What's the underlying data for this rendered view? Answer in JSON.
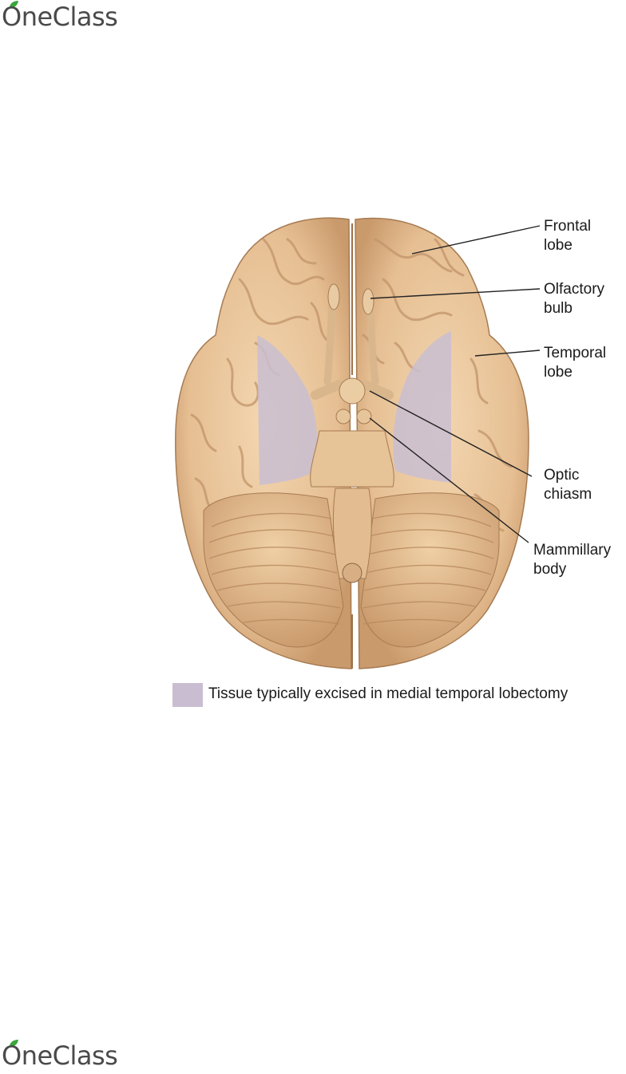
{
  "brand": {
    "name": "OneClass",
    "leaf_color": "#3aa53a",
    "text_color": "#4a4a4a"
  },
  "diagram": {
    "labels": {
      "frontal": [
        "Frontal",
        "lobe"
      ],
      "olfactory": [
        "Olfactory",
        "bulb"
      ],
      "temporal": [
        "Temporal",
        "lobe"
      ],
      "optic": [
        "Optic",
        "chiasm"
      ],
      "mammillary": [
        "Mammillary",
        "body"
      ]
    },
    "legend": {
      "text": "Tissue typically excised in medial temporal lobectomy",
      "swatch_color": "#c9bed1"
    },
    "colors": {
      "brain": "#e8c49a",
      "brain_dark": "#c99a6c",
      "excised": "#c9bed1"
    }
  }
}
